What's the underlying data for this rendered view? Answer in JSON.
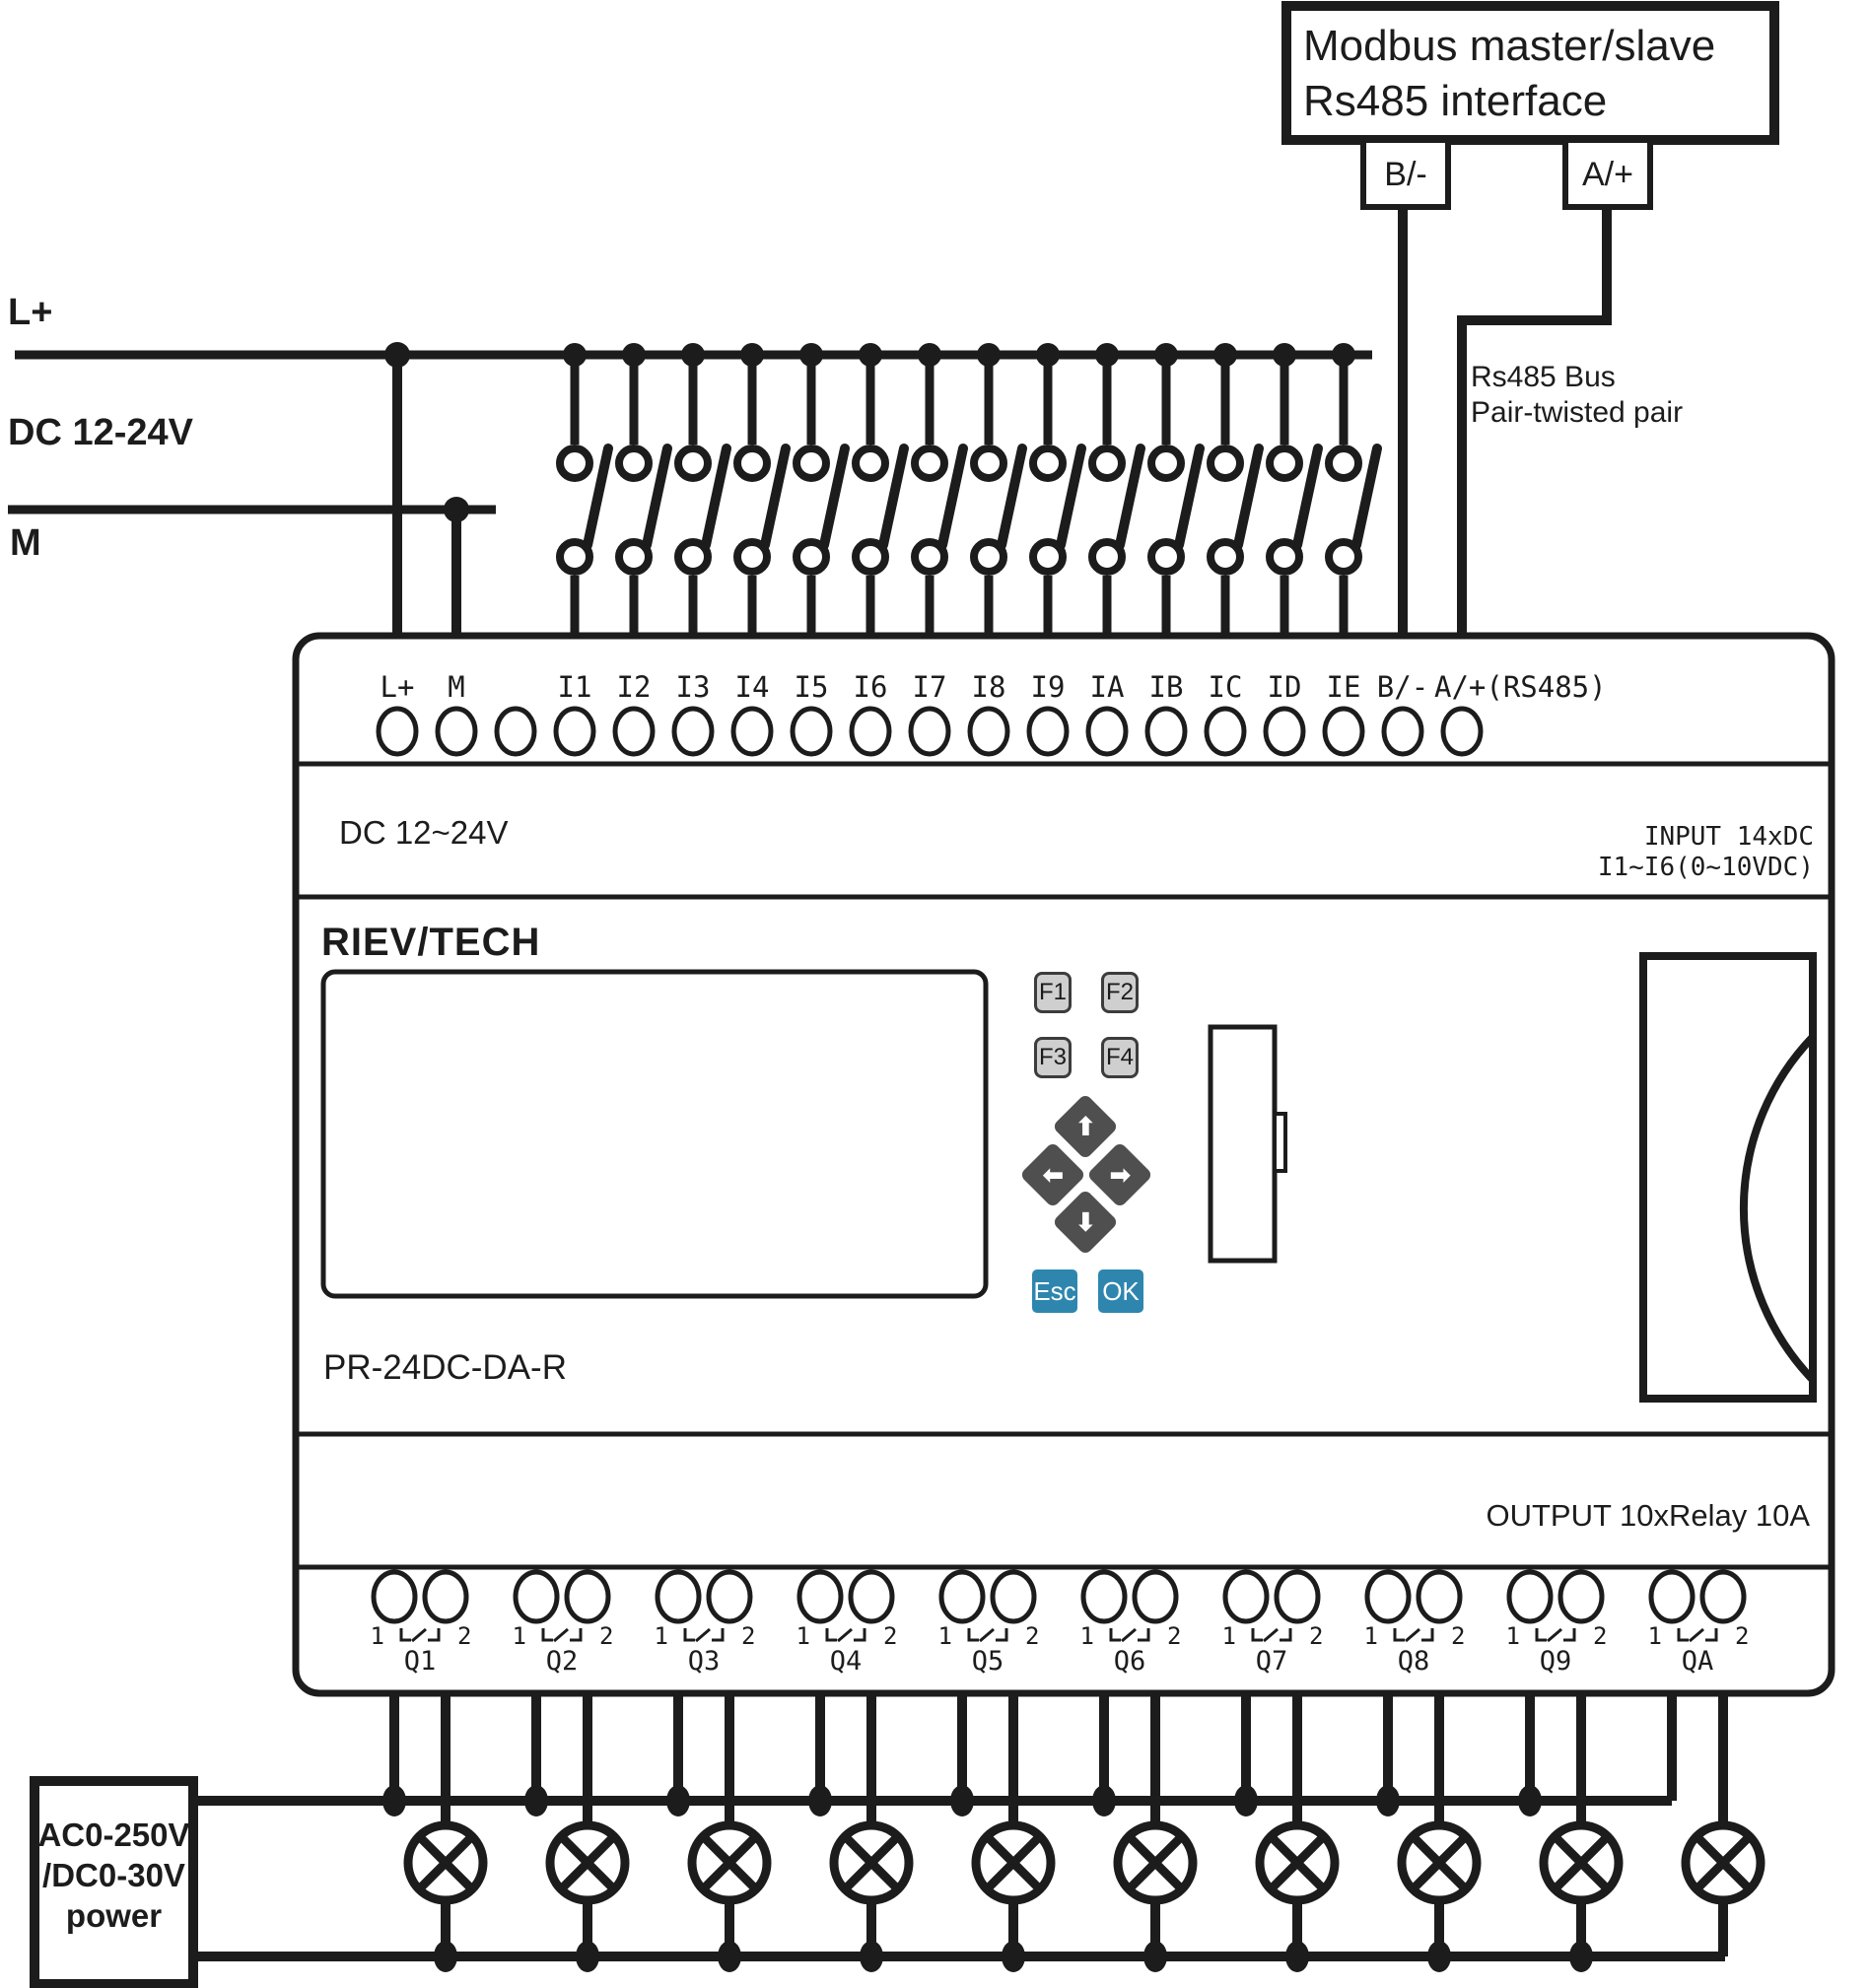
{
  "title_box": {
    "line1": "Modbus master/slave",
    "line2": "Rs485 interface",
    "terminal_left": "B/-",
    "terminal_right": "A/+"
  },
  "bus_note": {
    "line1": "Rs485 Bus",
    "line2": "Pair-twisted pair"
  },
  "supply": {
    "positive": "L+",
    "voltage": "DC  12-24V",
    "negative": "M"
  },
  "device": {
    "input_terminals": [
      "L+",
      "M",
      "",
      "I1",
      "I2",
      "I3",
      "I4",
      "I5",
      "I6",
      "I7",
      "I8",
      "I9",
      "IA",
      "IB",
      "IC",
      "ID",
      "IE",
      "B/-",
      "A/+(RS485)"
    ],
    "dc_rating": "DC 12~24V",
    "input_info": {
      "line1": "INPUT  14xDC",
      "line2": "I1~I6(0~10VDC)"
    },
    "brand": "RIEV/TECH",
    "model": "PR-24DC-DA-R",
    "keys": {
      "f1": "F1",
      "f2": "F2",
      "f3": "F3",
      "f4": "F4",
      "esc": "Esc",
      "ok": "OK",
      "up": "⬆",
      "left": "⬅",
      "right": "➡",
      "down": "⬇"
    },
    "output_info": "OUTPUT 10xRelay  10A",
    "outputs": [
      {
        "label": "Q1",
        "pin1": "1",
        "pin2": "2"
      },
      {
        "label": "Q2",
        "pin1": "1",
        "pin2": "2"
      },
      {
        "label": "Q3",
        "pin1": "1",
        "pin2": "2"
      },
      {
        "label": "Q4",
        "pin1": "1",
        "pin2": "2"
      },
      {
        "label": "Q5",
        "pin1": "1",
        "pin2": "2"
      },
      {
        "label": "Q6",
        "pin1": "1",
        "pin2": "2"
      },
      {
        "label": "Q7",
        "pin1": "1",
        "pin2": "2"
      },
      {
        "label": "Q8",
        "pin1": "1",
        "pin2": "2"
      },
      {
        "label": "Q9",
        "pin1": "1",
        "pin2": "2"
      },
      {
        "label": "QA",
        "pin1": "1",
        "pin2": "2"
      }
    ]
  },
  "load_power_box": {
    "line1": "AC0-250V",
    "line2": "/DC0-30V",
    "line3": "power"
  },
  "colors": {
    "ink": "#1c1c1c",
    "key_gray": "#cfcfcf",
    "key_border": "#3c3c3c",
    "nav_gray": "#4f4f4f",
    "esc_ok_blue": "#2e86ae"
  }
}
